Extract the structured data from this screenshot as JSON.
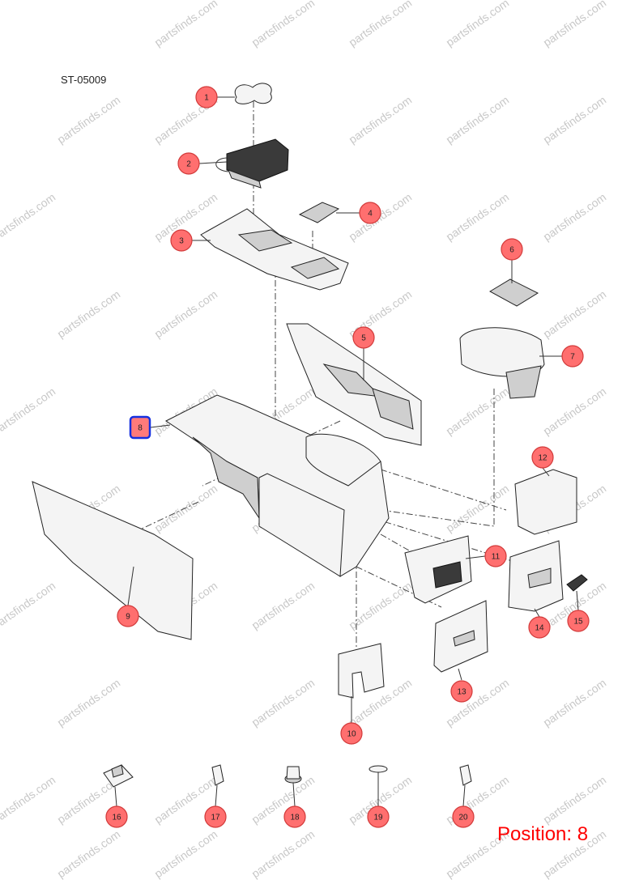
{
  "diagram": {
    "code": "ST-05009",
    "position_label": "Position: 8",
    "selected": "8",
    "watermark": "partsfinds.com",
    "callouts": [
      "1",
      "2",
      "3",
      "4",
      "5",
      "6",
      "7",
      "8",
      "9",
      "10",
      "11",
      "12",
      "13",
      "14",
      "15",
      "16",
      "17",
      "18",
      "19",
      "20"
    ],
    "colors": {
      "badge": "#ff6f6f",
      "selection_outline": "#1530e0",
      "position_text": "#ff0000"
    }
  }
}
